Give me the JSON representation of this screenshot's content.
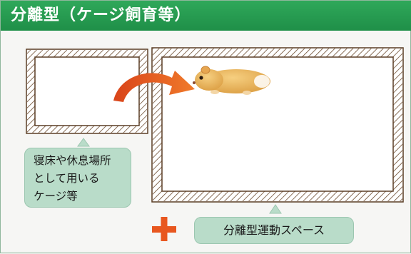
{
  "header": {
    "title": "分離型（ケージ飼育等）",
    "color": "#27a050"
  },
  "callouts": {
    "small_cage_line1": "寝床や休息場所",
    "small_cage_line2": "として用いる",
    "small_cage_line3": "ケージ等",
    "large_space": "分離型運動スペース"
  },
  "icons": {
    "plus": "plus-icon",
    "arrow": "curved-arrow-icon",
    "animal": "hamster-icon"
  },
  "colors": {
    "callout_bg": "#b9dcc9",
    "arrow": "#e8571f",
    "cage_frame": "#6b4a2e",
    "hamster": "#eab45a"
  }
}
